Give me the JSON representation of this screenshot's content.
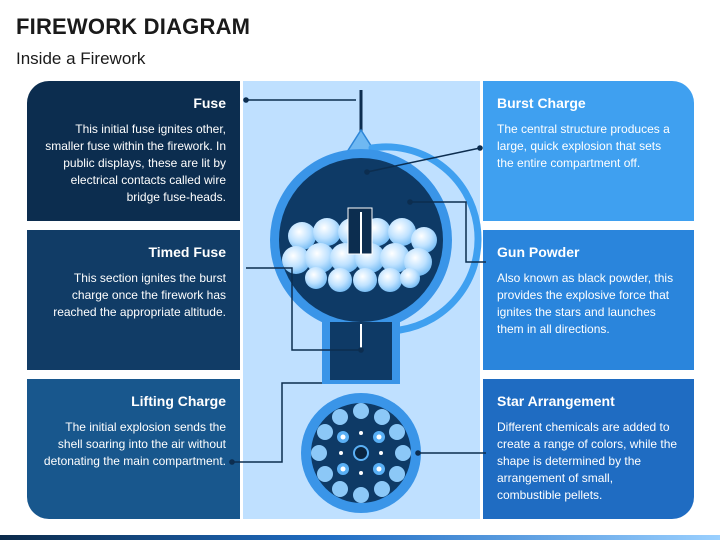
{
  "header": {
    "title": "FIREWORK DIAGRAM",
    "subtitle": "Inside a Firework"
  },
  "cards": {
    "fuse": {
      "title": "Fuse",
      "text": "This initial fuse ignites other, smaller fuse within the firework. In public displays, these are lit by electrical contacts called wire bridge fuse-heads."
    },
    "timed_fuse": {
      "title": "Timed Fuse",
      "text": "This section ignites the burst charge once the firework has reached the appropriate altitude."
    },
    "lifting_charge": {
      "title": "Lifting Charge",
      "text": "The initial explosion sends the shell soaring into the air without detonating the main compartment."
    },
    "burst_charge": {
      "title": "Burst Charge",
      "text": "The central structure produces a large, quick explosion that sets the entire compartment off."
    },
    "gun_powder": {
      "title": "Gun Powder",
      "text": "Also known as black powder, this provides the explosive force that ignites the stars and launches them in all directions."
    },
    "star_arrangement": {
      "title": "Star Arrangement",
      "text": "Different chemicals are added to create a range of colors, while the shape is determined by the arrangement of small, combustible pellets."
    }
  },
  "colors": {
    "navy": "#0c2d4f",
    "mid_blue": "#18578d",
    "bright_blue": "#3fa0f0",
    "panel_blue": "#bfe0ff",
    "star_blue": "#5ab0f5"
  }
}
